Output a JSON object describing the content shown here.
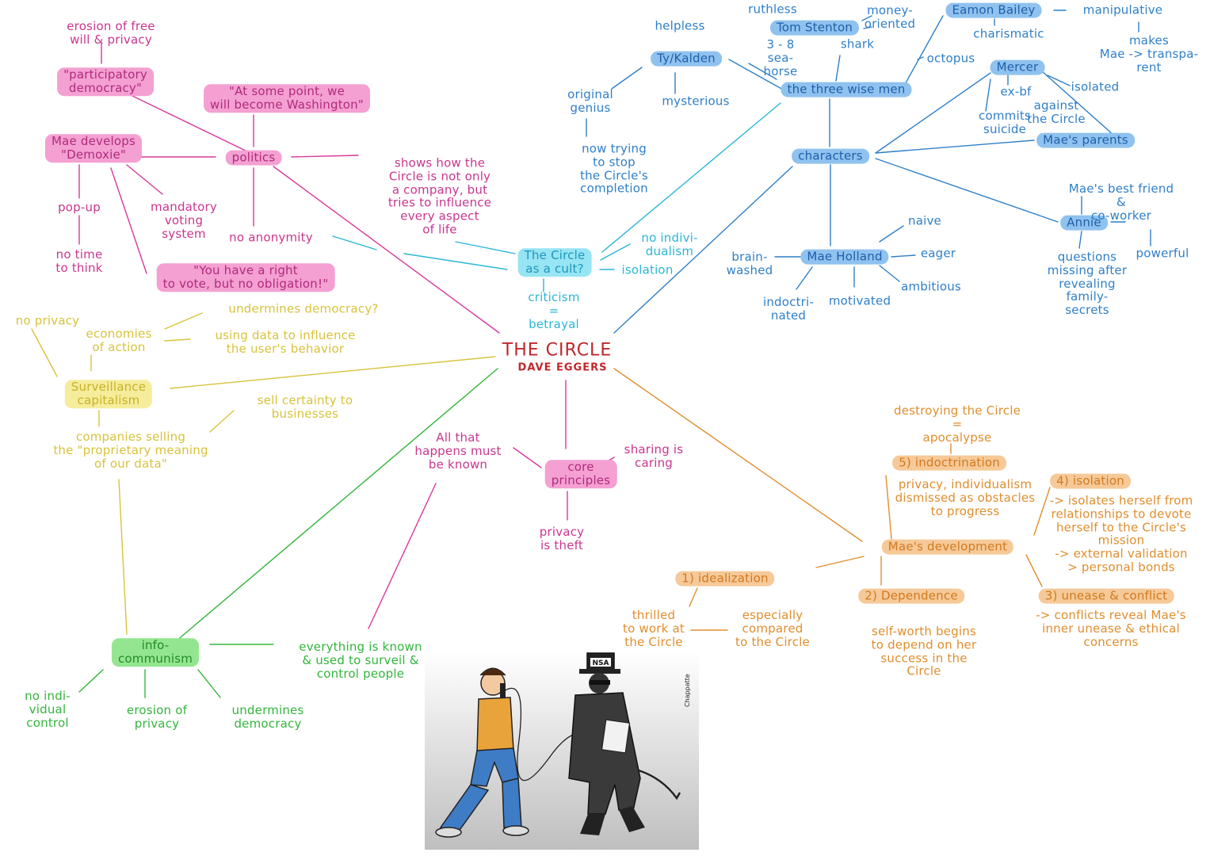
{
  "center": {
    "title": "THE CIRCLE",
    "author": "DAVE EGGERS"
  },
  "cartoon": {
    "hat_text": "NSA",
    "signature": "Chappatte"
  },
  "colors": {
    "pink": "#d9399b",
    "blue": "#2f7fc8",
    "cyan": "#2bb6d6",
    "yellow": "#d8c33c",
    "green": "#33b53c",
    "orange": "#e08e2e",
    "red": "#c0262a"
  },
  "politics": {
    "hub": "politics",
    "erosion": "erosion of free\nwill & privacy",
    "participatory": "\"participatory\ndemocracy\"",
    "washington": "\"At some point, we\nwill become Washington\"",
    "demoxie": "Mae develops\n\"Demoxie\"",
    "shows": "shows how the\nCircle is not only\na company, but\ntries to influence\nevery aspect\nof life",
    "popup": "pop-up",
    "no_time": "no time\nto think",
    "mandatory": "mandatory\nvoting\nsystem",
    "no_anonymity": "no anonymity",
    "right_to_vote": "\"You have a right\nto vote, but no obligation!\""
  },
  "characters": {
    "hub": "characters",
    "ty": "Ty/Kalden",
    "helpless": "helpless",
    "original_genius": "original\ngenius",
    "mysterious": "mysterious",
    "now_trying": "now trying\nto stop\nthe Circle's\ncompletion",
    "tom": "Tom Stenton",
    "ruthless": "ruthless",
    "money": "money-\noriented",
    "shark": "shark",
    "seahorse": "3 - 8\nsea-\nhorse",
    "wise_men": "the three wise men",
    "octopus": "octopus",
    "bailey": "Eamon Bailey",
    "manipulative": "manipulative",
    "charismatic": "charismatic",
    "makes": "makes\nMae -> transpa-\nrent",
    "mercer": "Mercer",
    "ex_bf": "ex-bf",
    "suicide": "commits\nsuicide",
    "against": "against\nthe Circle",
    "isolated": "isolated",
    "parents": "Mae's parents",
    "annie": "Annie",
    "best_friend": "Mae's best friend\n&\nco-worker",
    "questions": "questions\nmissing after\nrevealing\nfamily-\nsecrets",
    "powerful": "powerful",
    "mae": "Mae Holland",
    "naive": "naive",
    "eager": "eager",
    "ambitious": "ambitious",
    "brainwashed": "brain-\nwashed",
    "indoctrinated": "indoctri-\nnated",
    "motivated": "motivated"
  },
  "cult": {
    "hub": "The Circle\nas a cult?",
    "no_indiv": "no indivi-\ndualism",
    "isolation": "isolation",
    "criticism": "criticism\n=\nbetrayal"
  },
  "surveillance": {
    "hub": "Surveillance\ncapitalism",
    "no_privacy": "no privacy",
    "economies": "economies\nof action",
    "undermines": "undermines democracy?",
    "using_data": "using data to influence\nthe user's behavior",
    "companies": "companies selling\nthe \"proprietary meaning\nof our data\"",
    "certainty": "sell certainty to\nbusinesses"
  },
  "principles": {
    "hub": "core\nprinciples",
    "all_known": "All that\nhappens must\nbe known",
    "sharing": "sharing is\ncaring",
    "privacy_theft": "privacy\nis theft"
  },
  "development": {
    "hub": "Mae's development",
    "destroying": "destroying the Circle\n=\napocalypse",
    "indoctrination": "5) indoctrination",
    "indoc_desc": "privacy, individualism\ndismissed as obstacles\nto progress",
    "isolation": "4) isolation",
    "isol_desc": "-> isolates herself from\nrelationships to devote\nherself to the Circle's\nmission\n-> external validation\n> personal bonds",
    "idealization": "1) idealization",
    "thrilled": "thrilled\nto work at\nthe Circle",
    "especially": "especially\ncompared\nto the Circle",
    "dependence": "2) Dependence",
    "dep_desc": "self-worth begins\nto depend on her\nsuccess in the\nCircle",
    "unease": "3) unease & conflict",
    "unease_desc": "-> conflicts reveal Mae's\ninner unease & ethical\nconcerns"
  },
  "info": {
    "hub": "info-\ncommunism",
    "everything": "everything is known\n& used to surveil &\ncontrol people",
    "no_indiv": "no indi-\nvidual\ncontrol",
    "erosion": "erosion of\nprivacy",
    "undermines": "undermines\ndemocracy"
  }
}
